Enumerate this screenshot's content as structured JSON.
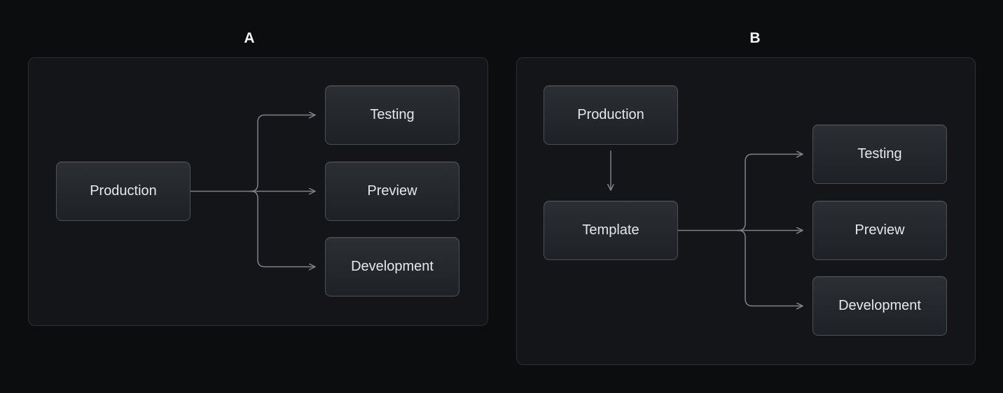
{
  "page": {
    "background": "#0c0d0f"
  },
  "colors": {
    "panel_background": "#141519",
    "panel_border": "#2d2f33",
    "node_background_top": "#2b2e33",
    "node_background_bottom": "#1e2125",
    "node_border": "#4d5157",
    "node_text": "#e6e8eb",
    "connector": "#7d8287",
    "panel_label_text": "#f4f4f4"
  },
  "diagram_a": {
    "label": "A",
    "nodes": [
      {
        "id": "production",
        "label": "Production"
      },
      {
        "id": "testing",
        "label": "Testing"
      },
      {
        "id": "preview",
        "label": "Preview"
      },
      {
        "id": "development",
        "label": "Development"
      }
    ],
    "edges": [
      {
        "from": "production",
        "to": "testing"
      },
      {
        "from": "production",
        "to": "preview"
      },
      {
        "from": "production",
        "to": "development"
      }
    ]
  },
  "diagram_b": {
    "label": "B",
    "nodes": [
      {
        "id": "production",
        "label": "Production"
      },
      {
        "id": "template",
        "label": "Template"
      },
      {
        "id": "testing",
        "label": "Testing"
      },
      {
        "id": "preview",
        "label": "Preview"
      },
      {
        "id": "development",
        "label": "Development"
      }
    ],
    "edges": [
      {
        "from": "production",
        "to": "template"
      },
      {
        "from": "template",
        "to": "testing"
      },
      {
        "from": "template",
        "to": "preview"
      },
      {
        "from": "template",
        "to": "development"
      }
    ]
  }
}
